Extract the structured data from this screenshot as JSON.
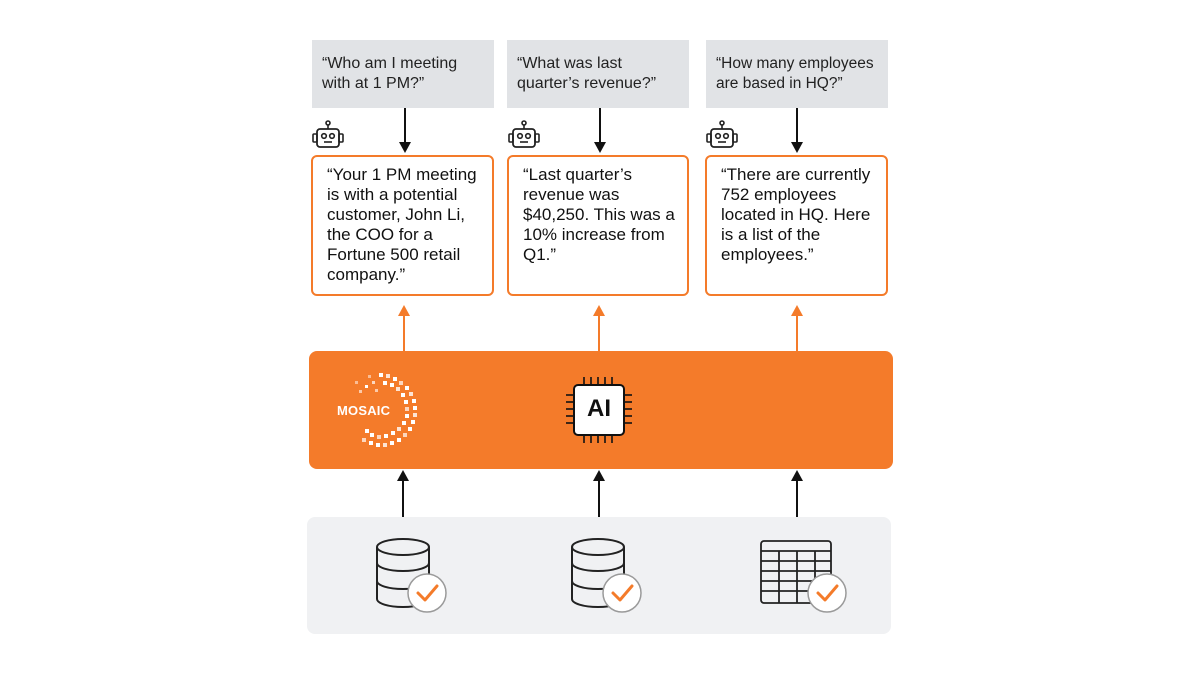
{
  "questions": [
    "“Who am I meeting with at 1 PM?”",
    "“What was last quarter’s revenue?”",
    "“How many employees are based in HQ?”"
  ],
  "answers": [
    "“Your 1 PM meeting is with a potential customer, John Li, the COO for a Fortune 500 retail company.”",
    "“Last quarter’s revenue was $40,250. This was a 10% increase from Q1.”",
    "“There are currently 752 employees located in HQ. Here is a list of the employees.”"
  ],
  "logo_text": "MOSAIC",
  "chip_label": "AI",
  "icons": {
    "bots": [
      "robot-icon",
      "robot-icon",
      "robot-icon"
    ],
    "sources": [
      "database-check-icon",
      "database-check-icon",
      "spreadsheet-check-icon"
    ]
  },
  "colors": {
    "accent": "#f47b2a",
    "question_bg": "#e1e3e6",
    "panel_bg": "#f0f1f3",
    "ink": "#111111"
  }
}
